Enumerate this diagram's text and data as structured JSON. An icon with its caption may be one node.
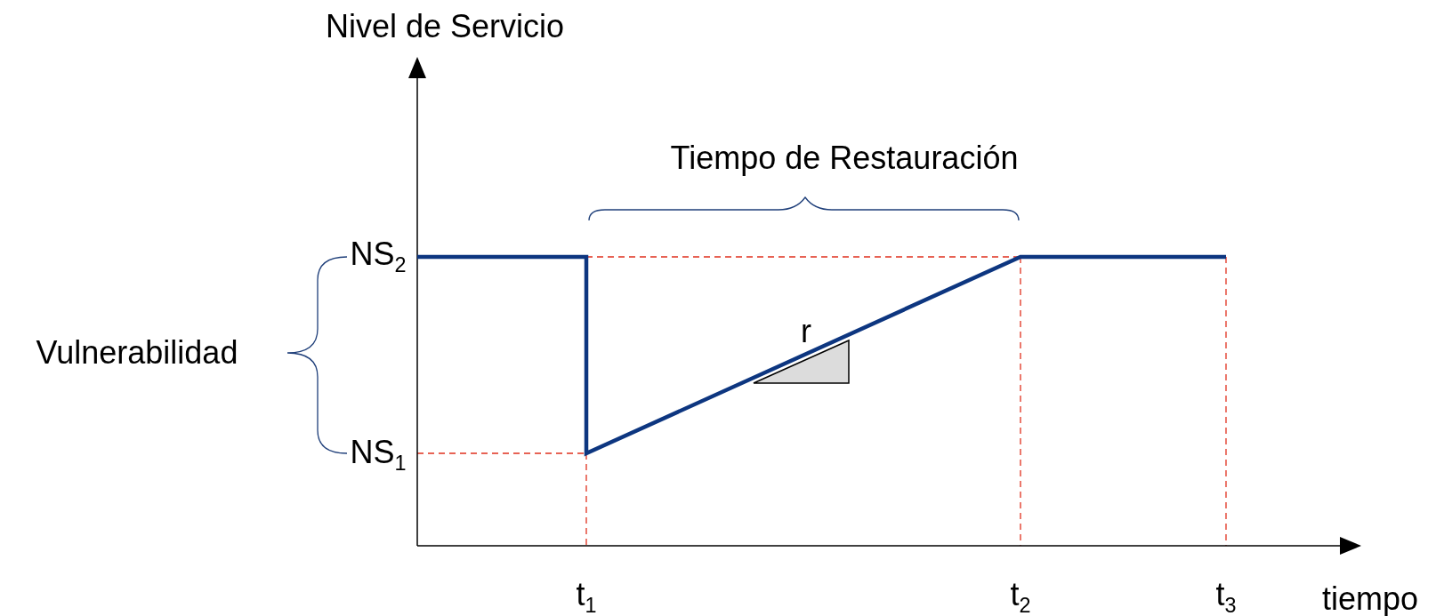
{
  "diagram": {
    "labels": [
      "Nivel de Servicio",
      "Tiempo de Restauración",
      "NS$_{2}$",
      "r",
      "Vulnerabilidad",
      "NS$_{1}$",
      "t$_{1}$",
      "t$_{2}$",
      "t$_{3}$",
      "tiempo"
    ]
  }
}
